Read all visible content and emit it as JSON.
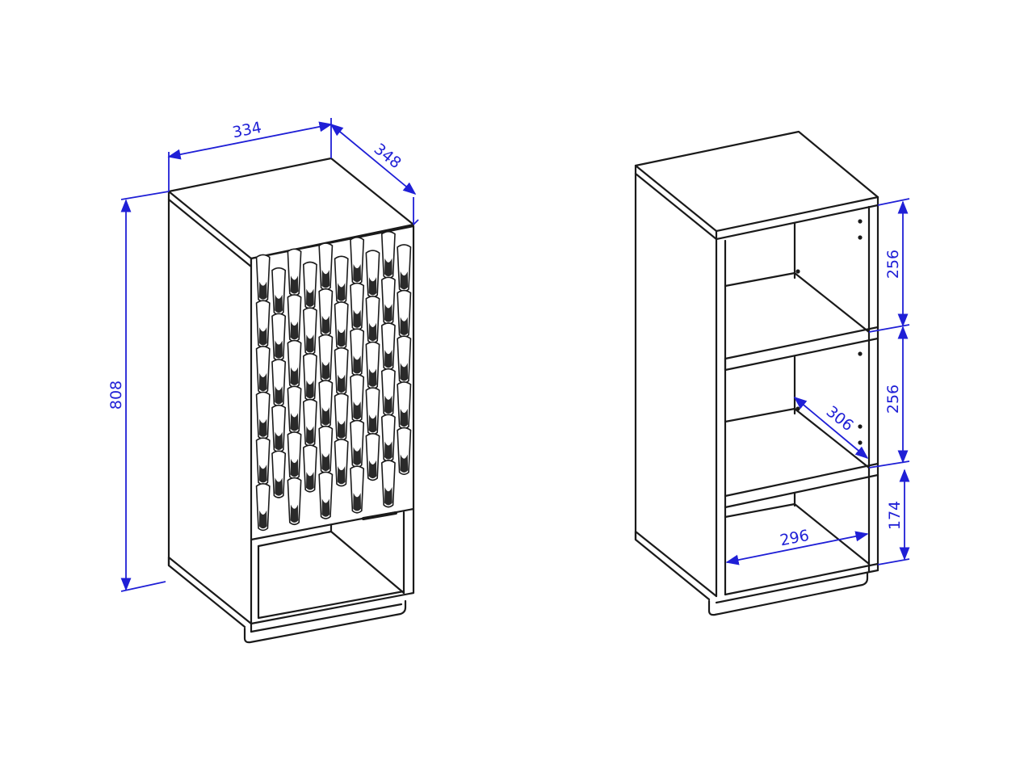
{
  "colors": {
    "line": "#1a1a1a",
    "dimension": "#1f1fd6",
    "background": "#ffffff"
  },
  "closed_cabinet": {
    "dimensions": {
      "width": "334",
      "depth": "348",
      "height": "808"
    }
  },
  "open_cabinet": {
    "dimensions": {
      "shelf_height_top": "256",
      "shelf_height_middle": "256",
      "shelf_height_bottom": "174",
      "inner_depth": "306",
      "inner_width": "296"
    }
  }
}
